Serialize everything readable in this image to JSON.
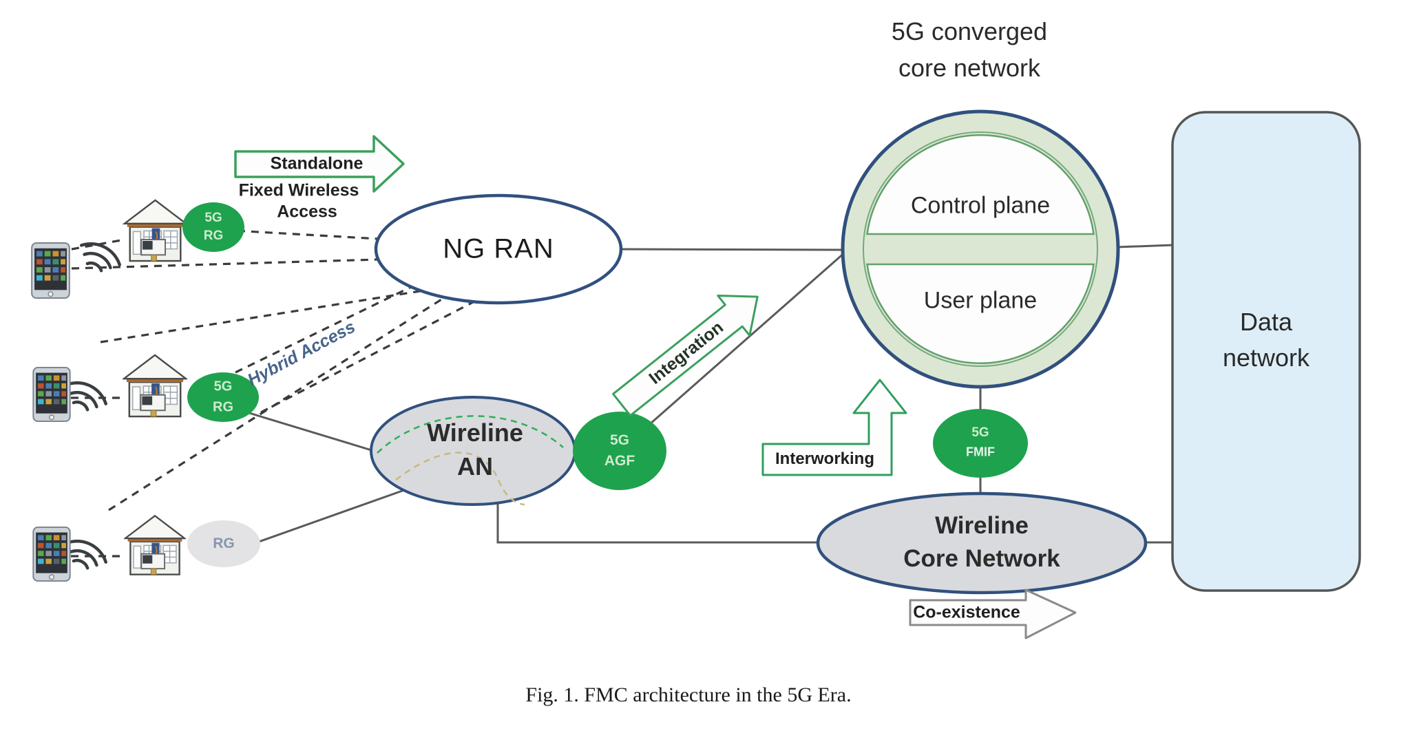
{
  "figure": {
    "caption": "Fig. 1. FMC architecture in the 5G Era.",
    "core_title_line1": "5G converged",
    "core_title_line2": "core network"
  },
  "nodes": {
    "ng_ran": {
      "label": "NG RAN"
    },
    "wireline_an": {
      "line1": "Wireline",
      "line2": "AN"
    },
    "wireline_core_network": {
      "line1": "Wireline",
      "line2": "Core Network"
    },
    "data_network": {
      "line1": "Data",
      "line2": "network"
    },
    "control_plane": {
      "label": "Control plane"
    },
    "user_plane": {
      "label": "User plane"
    },
    "rg_5g_top": {
      "line1": "5G",
      "line2": "RG"
    },
    "rg_5g_mid": {
      "line1": "5G",
      "line2": "RG"
    },
    "rg_plain": {
      "label": "RG"
    },
    "agf_5g": {
      "line1": "5G",
      "line2": "AGF"
    },
    "fmif_5g": {
      "line1": "5G",
      "line2": "FMIF"
    }
  },
  "flows": {
    "standalone": "Standalone",
    "standalone_sub1": "Fixed Wireless",
    "standalone_sub2": "Access",
    "hybrid_access": "Hybrid Access",
    "integration": "Integration",
    "interworking": "Interworking",
    "coexistence": "Co-existence"
  },
  "icons": {
    "house": "house-icon",
    "smartphone": "smartphone-icon",
    "wifi": "wifi-signal-icon"
  },
  "colors": {
    "green_node": "#1ea24e",
    "green_arrow_stroke": "#3aa05c",
    "core_ring_fill": "#dbe7d3",
    "core_inner_stroke": "#63a06b",
    "navy_border": "#31507e",
    "gray_node_fill": "#d8dadd",
    "rg_gray_fill": "#e3e3e6",
    "data_network_fill": "#ddeef8",
    "connector_gray": "#5a5a5a",
    "dashed_line": "#3b3b3b"
  }
}
